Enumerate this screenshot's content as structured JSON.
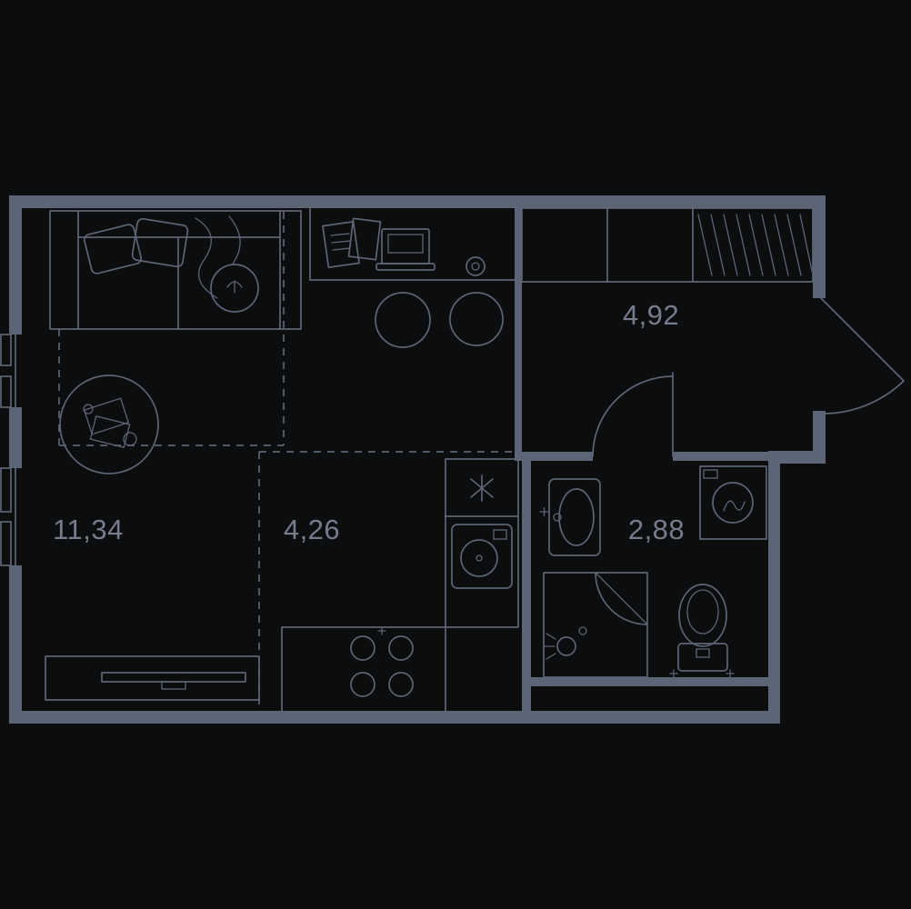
{
  "colors": {
    "background": "#0c0d0f",
    "wall": "#5c6575",
    "line": "#5c6575",
    "label": "#757d8d"
  },
  "rooms": {
    "living": {
      "area": "11,34"
    },
    "kitchen": {
      "area": "4,26"
    },
    "hallway": {
      "area": "4,92"
    },
    "bathroom": {
      "area": "2,88"
    }
  },
  "icons": {
    "fridge_spot": "snowflake-icon"
  }
}
